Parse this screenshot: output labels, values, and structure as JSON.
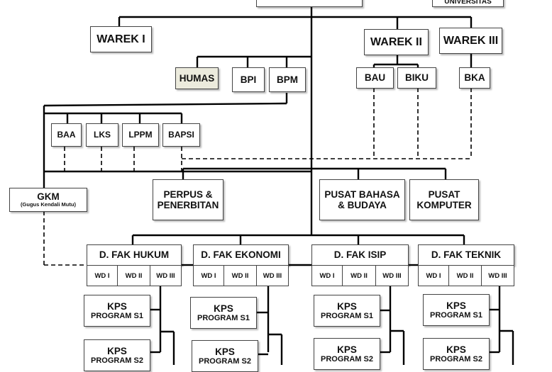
{
  "top": {
    "university": "UNIVERSITAS"
  },
  "warek": {
    "w1": "WAREK I",
    "w2": "WAREK II",
    "w3": "WAREK III"
  },
  "units": {
    "humas": "HUMAS",
    "bpi": "BPI",
    "bpm": "BPM",
    "bau": "BAU",
    "biku": "BIKU",
    "bka": "BKA",
    "baa": "BAA",
    "lks": "LKS",
    "lppm": "LPPM",
    "bapsi": "BAPSI"
  },
  "gkm": {
    "title": "GKM",
    "subtitle": "(Gugus Kendali Mutu)"
  },
  "centers": {
    "perpus": "PERPUS & PENERBITAN",
    "bahasa": "PUSAT BAHASA & BUDAYA",
    "komputer": "PUSAT KOMPUTER"
  },
  "faculties": [
    {
      "name": "D.  FAK  HUKUM",
      "wd": [
        "WD  I",
        "WD II",
        "WD III"
      ]
    },
    {
      "name": "D.  FAK  EKONOMI",
      "wd": [
        "WD I",
        "WD II",
        "WD III"
      ]
    },
    {
      "name": "D.  FAK  ISIP",
      "wd": [
        "WD I",
        "WD II",
        "WD III"
      ]
    },
    {
      "name": "D.  FAK  TEKNIK",
      "wd": [
        "WD I",
        "WD II",
        "WD III"
      ]
    }
  ],
  "kps": {
    "title": "KPS",
    "s1": "PROGRAM S1",
    "s2": "PROGRAM S2"
  },
  "colors": {
    "border": "#444444",
    "line": "#000000",
    "humas_fill": "#ecebdd"
  }
}
